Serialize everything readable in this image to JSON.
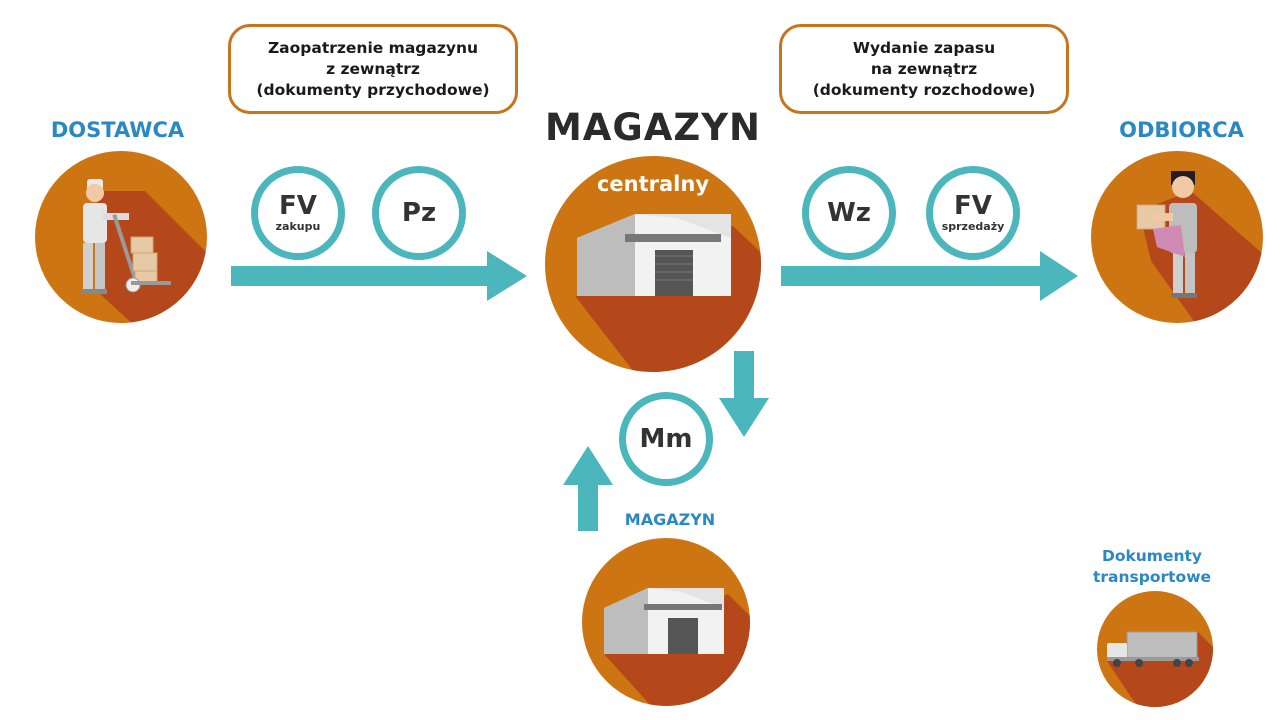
{
  "supplier": {
    "label": "DOSTAWCA"
  },
  "customer": {
    "label": "ODBIORCA"
  },
  "warehouse": {
    "title": "MAGAZYN",
    "subtitle": "centralny"
  },
  "other_warehouse": {
    "label": "MAGAZYN"
  },
  "inbound_box": {
    "line1": "Zaopatrzenie magazynu",
    "line2": "z zewnątrz",
    "line3": "(dokumenty przychodowe)"
  },
  "outbound_box": {
    "line1": "Wydanie zapasu",
    "line2": "na  zewnątrz",
    "line3": "(dokumenty rozchodowe)"
  },
  "documents": {
    "fv_purchase": {
      "code": "FV",
      "sub": "zakupu"
    },
    "pz": {
      "code": "Pz"
    },
    "wz": {
      "code": "Wz"
    },
    "fv_sale": {
      "code": "FV",
      "sub": "sprzedaży"
    },
    "mm": {
      "code": "Mm"
    }
  },
  "transport": {
    "line1": "Dokumenty",
    "line2": "transportowe"
  },
  "colors": {
    "orange": "#cd7512",
    "shadow": "#b5481a",
    "teal": "#4cb6bd",
    "blue": "#2a88c4",
    "box_border": "#c8741c"
  }
}
